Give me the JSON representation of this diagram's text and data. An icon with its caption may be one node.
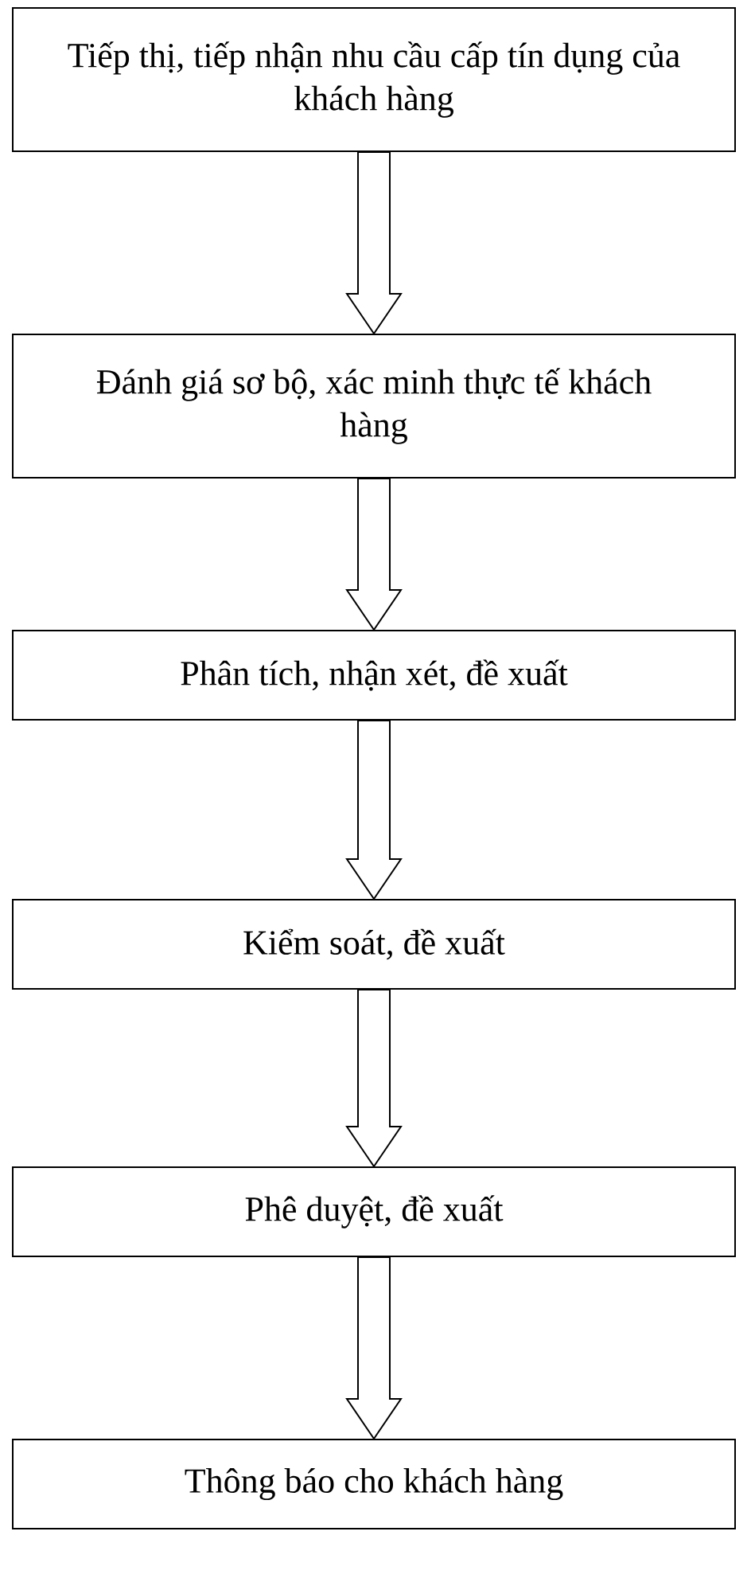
{
  "diagram": {
    "nodes": [
      {
        "text": [
          "Tiếp thị, tiếp nhận nhu cầu cấp tín dụng của khách hàng"
        ]
      },
      {
        "text": [
          "Đánh giá sơ bộ, xác minh thực tế khách hàng"
        ]
      },
      {
        "text": [
          "Phân tích, nhận xét, đề xuất"
        ]
      },
      {
        "text": [
          "Kiểm soát, đề xuất"
        ]
      },
      {
        "text": [
          "Phê duyệt, đề xuất"
        ]
      },
      {
        "text": [
          "Thông báo cho khách hàng"
        ]
      }
    ],
    "edges": [
      {
        "from": 0,
        "to": 1,
        "arrow": "to"
      },
      {
        "from": 1,
        "to": 2,
        "arrow": "to"
      },
      {
        "from": 2,
        "to": 3,
        "arrow": "to"
      },
      {
        "from": 3,
        "to": 4,
        "arrow": "to"
      },
      {
        "from": 4,
        "to": 5,
        "arrow": "to"
      }
    ]
  }
}
